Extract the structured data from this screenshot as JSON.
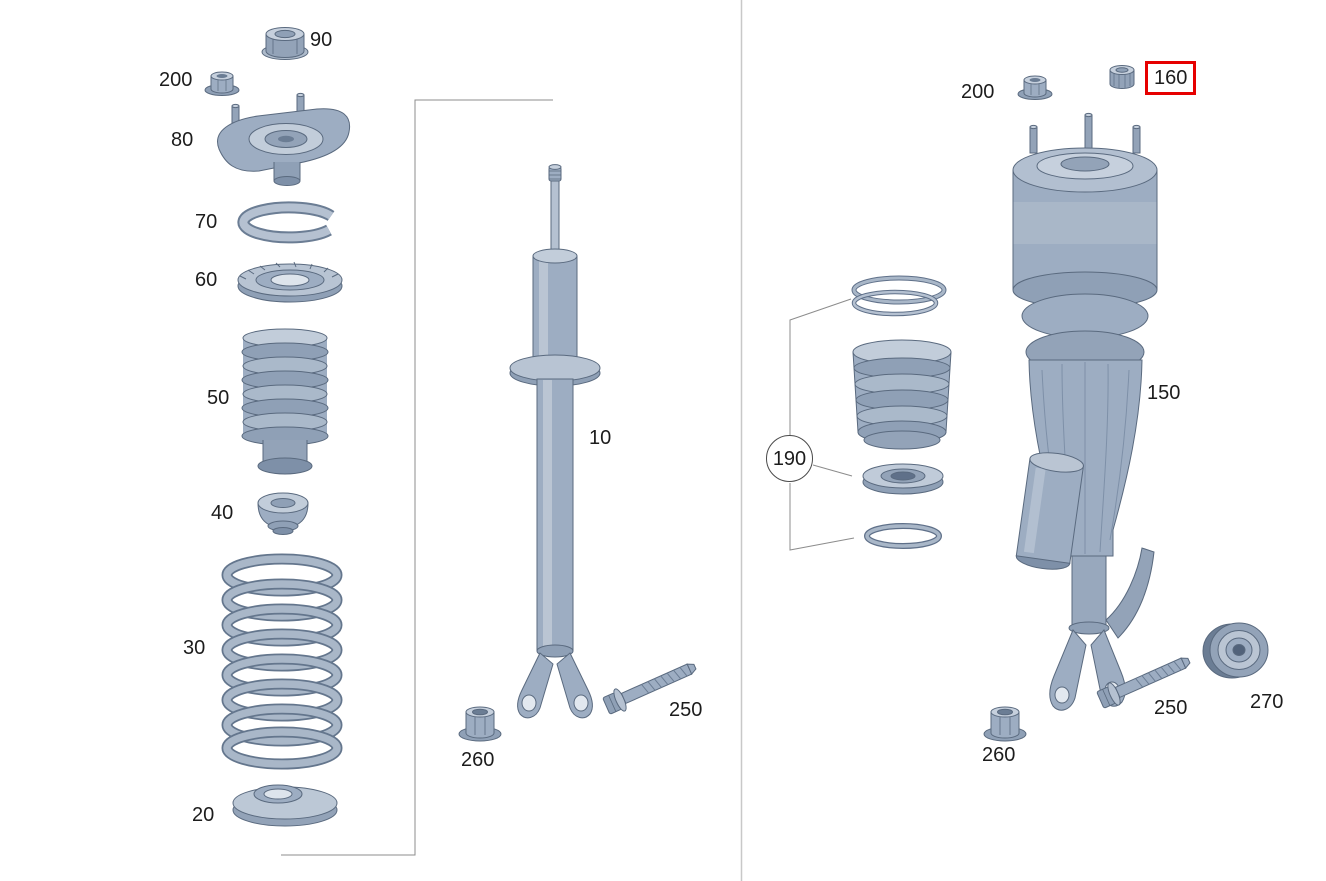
{
  "app": {
    "type": "exploded-parts-diagram",
    "background": "#ffffff",
    "highlight_color": "#e60000",
    "divider_color": "#c8c8c8",
    "line_color": "#8c8c8c",
    "part_base_color": "#9dadc2"
  },
  "left_panel": {
    "name": "coil-spring-shock-assembly",
    "parts": [
      {
        "label": "90",
        "name": "lock-nut"
      },
      {
        "label": "200",
        "name": "flange-nut"
      },
      {
        "label": "80",
        "name": "strut-mount"
      },
      {
        "label": "70",
        "name": "shim-ring"
      },
      {
        "label": "60",
        "name": "spring-seat"
      },
      {
        "label": "50",
        "name": "dust-boot"
      },
      {
        "label": "40",
        "name": "bump-stop"
      },
      {
        "label": "30",
        "name": "coil-spring"
      },
      {
        "label": "20",
        "name": "lower-spring-seat"
      },
      {
        "label": "10",
        "name": "shock-absorber"
      },
      {
        "label": "250",
        "name": "bolt"
      },
      {
        "label": "260",
        "name": "flange-nut"
      }
    ]
  },
  "right_panel": {
    "name": "air-suspension-strut-assembly",
    "parts": [
      {
        "label": "200",
        "name": "flange-nut"
      },
      {
        "label": "160",
        "name": "cap-nut",
        "highlighted": true
      },
      {
        "label": "150",
        "name": "air-suspension-strut"
      },
      {
        "label": "190",
        "name": "repair-kit",
        "circled": true
      },
      {
        "label": "250",
        "name": "bolt"
      },
      {
        "label": "260",
        "name": "flange-nut"
      },
      {
        "label": "270",
        "name": "bushing"
      }
    ]
  }
}
